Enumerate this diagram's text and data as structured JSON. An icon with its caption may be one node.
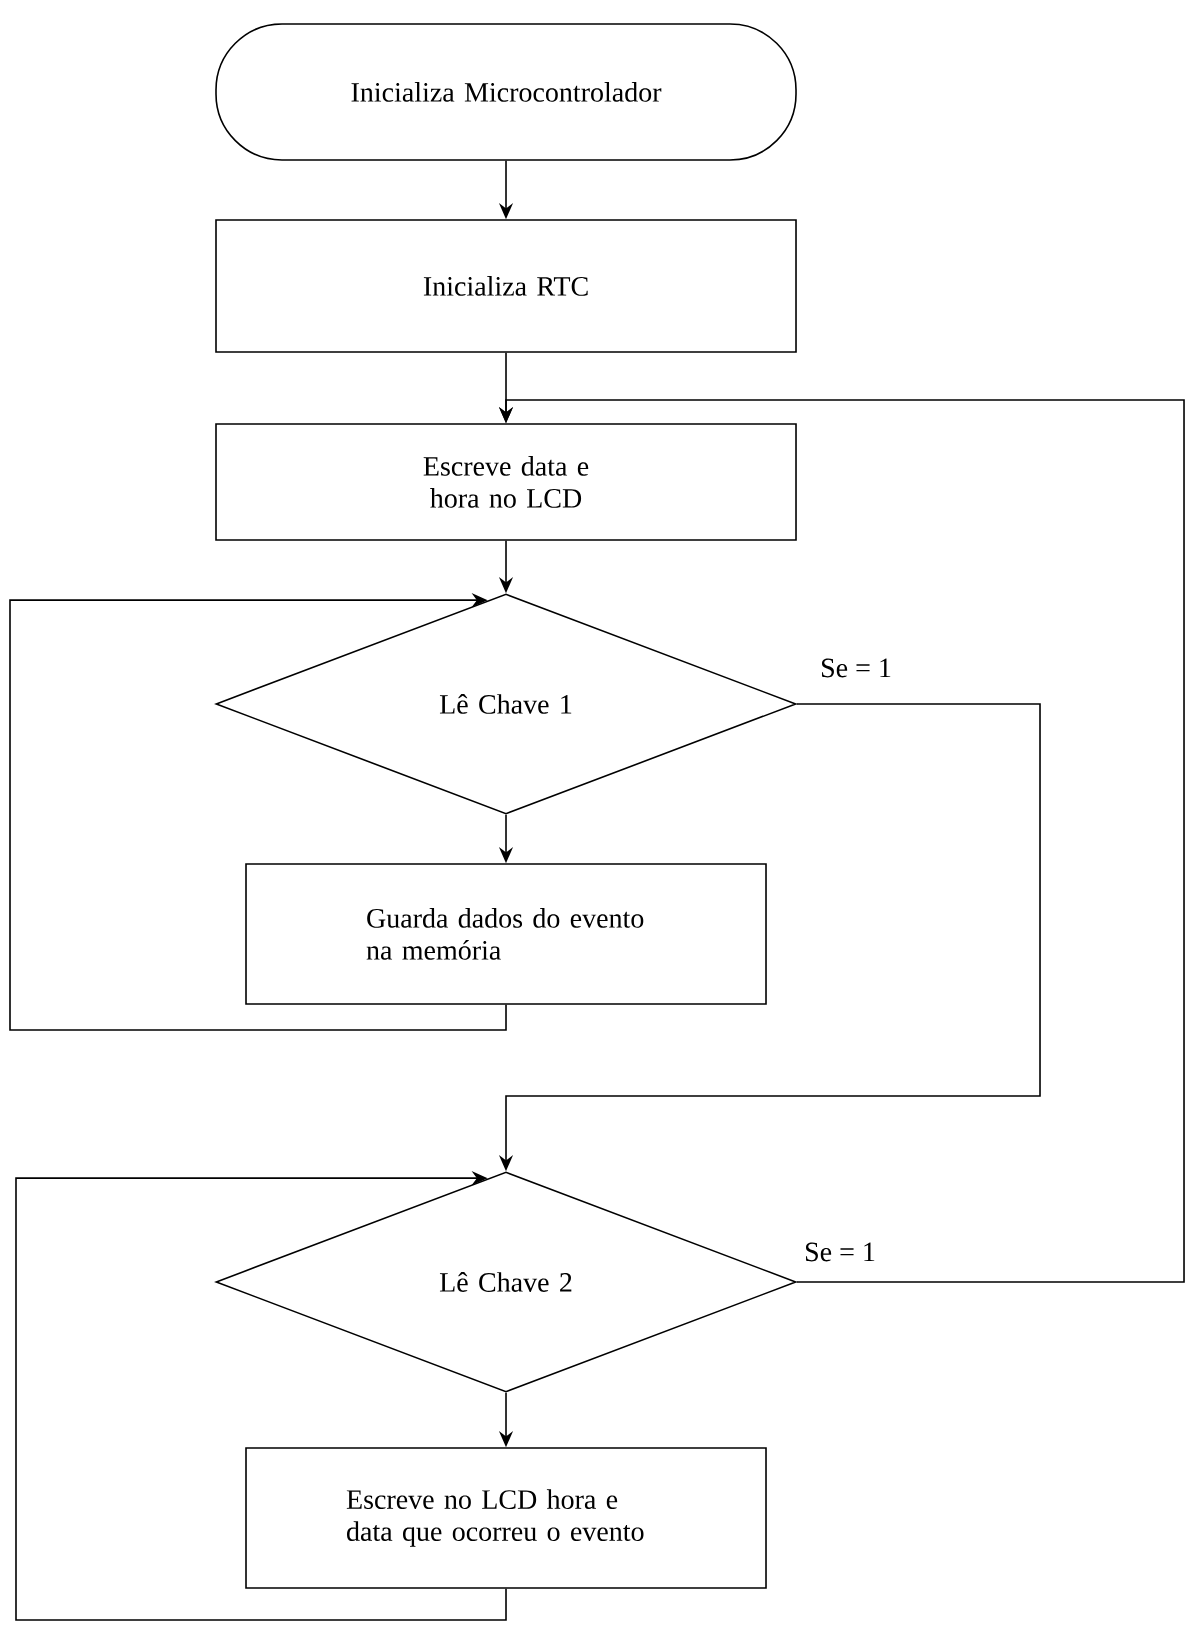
{
  "diagram": {
    "nodes": [
      {
        "text": [
          "Inicializa Microcontrolador"
        ]
      },
      {
        "text": [
          "Inicializa RTC"
        ]
      },
      {
        "text": [
          "Escreve data e hora no LCD"
        ]
      },
      {
        "text": [
          "Lê Chave 1"
        ]
      },
      {
        "text": [
          "Guarda dados do evento na memória"
        ]
      },
      {
        "text": [
          "Lê Chave 2"
        ]
      },
      {
        "text": [
          "Escreve no LCD hora e data que ocorreu o evento"
        ]
      }
    ],
    "edges": [
      {
        "from": 0,
        "to": 1,
        "arrow": "to"
      },
      {
        "from": 1,
        "to": 2,
        "arrow": "to"
      },
      {
        "from": 2,
        "to": 3,
        "arrow": "to"
      },
      {
        "from": 3,
        "to": 4,
        "arrow": "to"
      },
      {
        "from": 4,
        "to": 3,
        "arrow": "to"
      },
      {
        "from": 3,
        "to": 5,
        "arrow": "to",
        "label": "Se = 1"
      },
      {
        "from": 5,
        "to": 6,
        "arrow": "to"
      },
      {
        "from": 5,
        "to": 2,
        "arrow": "to",
        "label": "Se = 1"
      },
      {
        "from": 6,
        "to": 5,
        "arrow": "to"
      }
    ]
  }
}
